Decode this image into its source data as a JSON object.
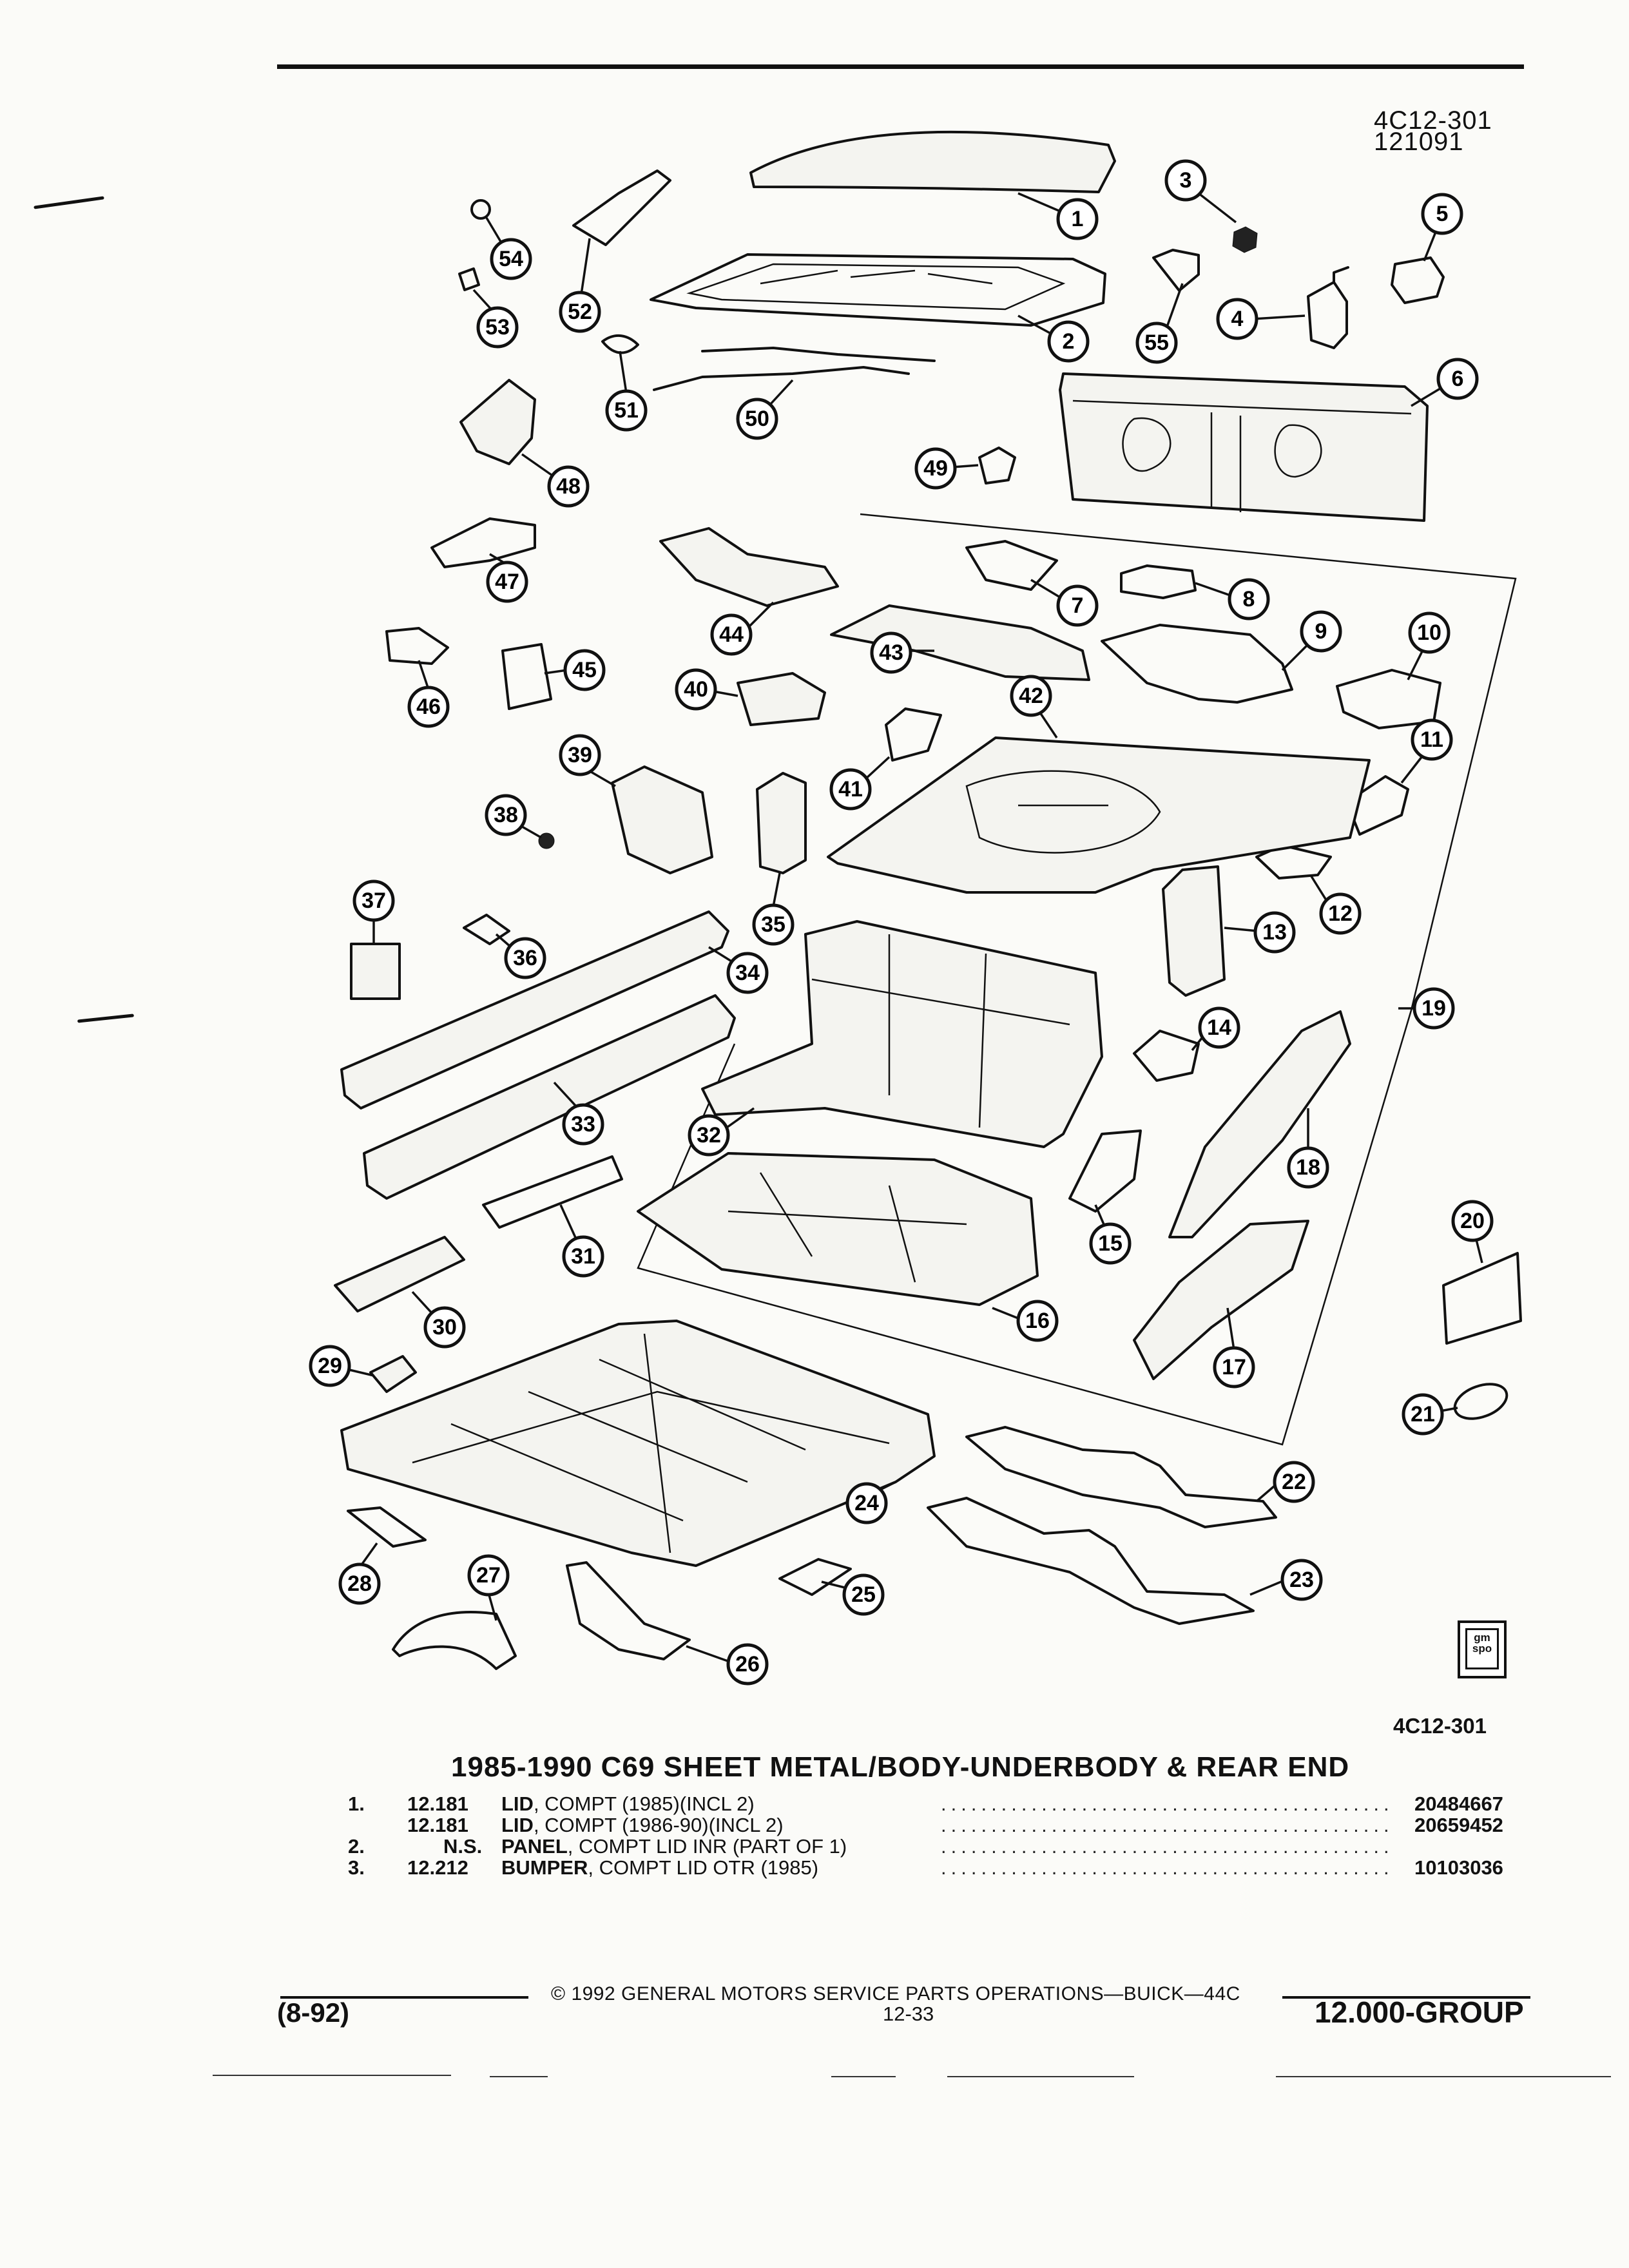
{
  "header": {
    "figure_code": "4C12-301",
    "date_code": "121091"
  },
  "diagram": {
    "caption_code": "4C12-301",
    "callouts": [
      "1",
      "2",
      "3",
      "4",
      "5",
      "6",
      "7",
      "8",
      "9",
      "10",
      "11",
      "12",
      "13",
      "14",
      "15",
      "16",
      "17",
      "18",
      "19",
      "20",
      "21",
      "22",
      "23",
      "24",
      "25",
      "26",
      "27",
      "28",
      "29",
      "30",
      "31",
      "32",
      "33",
      "34",
      "35",
      "36",
      "37",
      "38",
      "39",
      "40",
      "41",
      "42",
      "43",
      "44",
      "45",
      "46",
      "47",
      "48",
      "49",
      "50",
      "51",
      "52",
      "53",
      "54",
      "55"
    ]
  },
  "section_title": "1985-1990 C69 SHEET METAL/BODY-UNDERBODY & REAR END",
  "parts": [
    {
      "index": "1.",
      "group": "12.181",
      "name": "LID",
      "desc": ", COMPT (1985)(INCL 2)",
      "part_number": "20484667"
    },
    {
      "index": "",
      "group": "12.181",
      "name": "LID",
      "desc": ", COMPT (1986-90)(INCL 2)",
      "part_number": "20659452"
    },
    {
      "index": "2.",
      "group": "N.S.",
      "name": "PANEL",
      "desc": ", COMPT LID INR (PART OF 1)",
      "part_number": ""
    },
    {
      "index": "3.",
      "group": "12.212",
      "name": "BUMPER",
      "desc": ", COMPT LID OTR (1985)",
      "part_number": "10103036"
    }
  ],
  "footer": {
    "copyright": "© 1992 GENERAL MOTORS SERVICE PARTS OPERATIONS—BUICK—44C",
    "page_number": "12-33",
    "revision": "(8-92)",
    "group": "12.000-GROUP"
  },
  "logo": {
    "line1": "gm",
    "line2": "spo"
  }
}
